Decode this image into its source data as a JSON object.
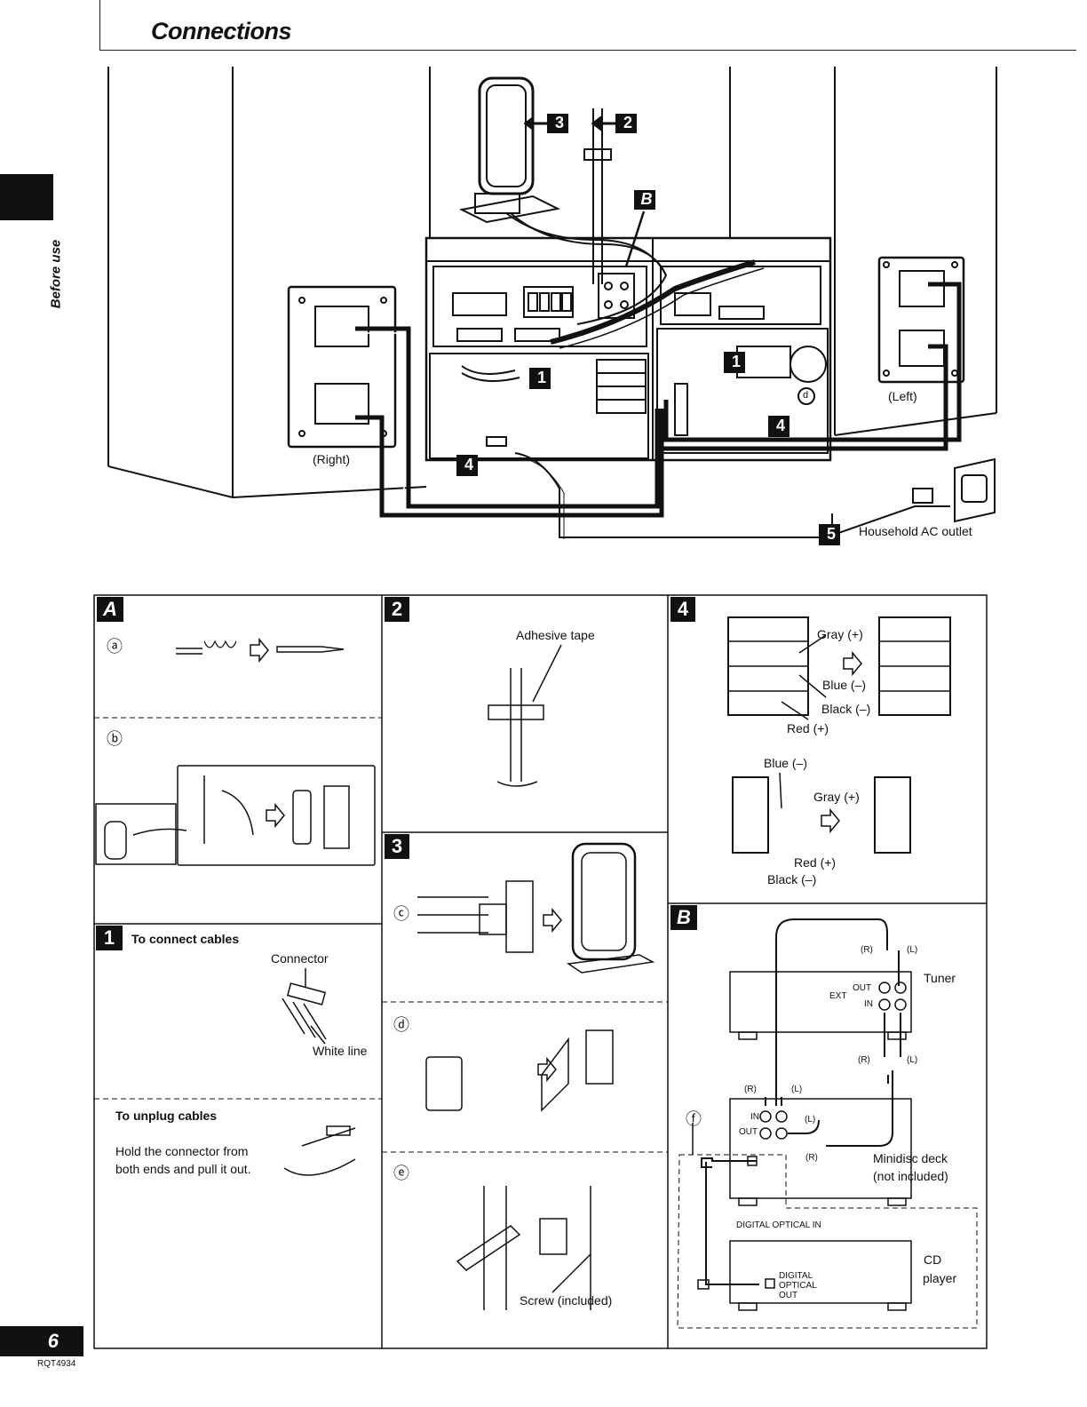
{
  "page": {
    "title": "Connections",
    "side_label": "Before use",
    "page_number": "6",
    "doc_code": "RQT4934"
  },
  "main_diagram": {
    "step_3": "3",
    "step_2": "2",
    "tag_B": "B",
    "step_1_left": "1",
    "step_1_right": "1",
    "step_4_left": "4",
    "step_4_right": "4",
    "step_5": "5",
    "callout_d": "d",
    "right_label": "(Right)",
    "left_label": "(Left)",
    "outlet_label": "Household AC outlet"
  },
  "panel_A": {
    "tag": "A",
    "sub_a": "ⓐ",
    "sub_b": "ⓑ"
  },
  "panel_1": {
    "tag": "1",
    "heading": "To connect cables",
    "connector": "Connector",
    "white_line": "White line",
    "unplug_heading": "To unplug cables",
    "unplug_line1": "Hold the connector from",
    "unplug_line2": "both ends and pull it out."
  },
  "panel_2": {
    "tag": "2",
    "adhesive": "Adhesive tape"
  },
  "panel_3": {
    "tag": "3",
    "sub_c": "ⓒ",
    "sub_d": "ⓓ",
    "sub_e": "ⓔ",
    "screw": "Screw (included)"
  },
  "panel_4": {
    "tag": "4",
    "gray_top": "Gray (+)",
    "blue_top": "Blue (–)",
    "black_top": "Black (–)",
    "red_top": "Red (+)",
    "blue_bottom": "Blue (–)",
    "gray_bottom": "Gray (+)",
    "red_bottom": "Red (+)",
    "black_bottom": "Black (–)"
  },
  "panel_B": {
    "tag": "B",
    "tuner": "Tuner",
    "ext": "EXT",
    "out": "OUT",
    "in": "IN",
    "r1": "(R)",
    "l1": "(L)",
    "r2": "(R)",
    "l2": "(L)",
    "r3": "(R)",
    "l3": "(L)",
    "l4": "(L)",
    "r4": "(R)",
    "md_in": "IN",
    "md_out": "OUT",
    "minidisc_1": "Minidisc deck",
    "minidisc_2": "(not included)",
    "sub_f": "ⓕ",
    "digital_optical_in": "DIGITAL OPTICAL IN",
    "cd_1": "CD",
    "cd_2": "player",
    "cd_digital": "DIGITAL",
    "cd_optical": "OPTICAL",
    "cd_out": "OUT"
  }
}
